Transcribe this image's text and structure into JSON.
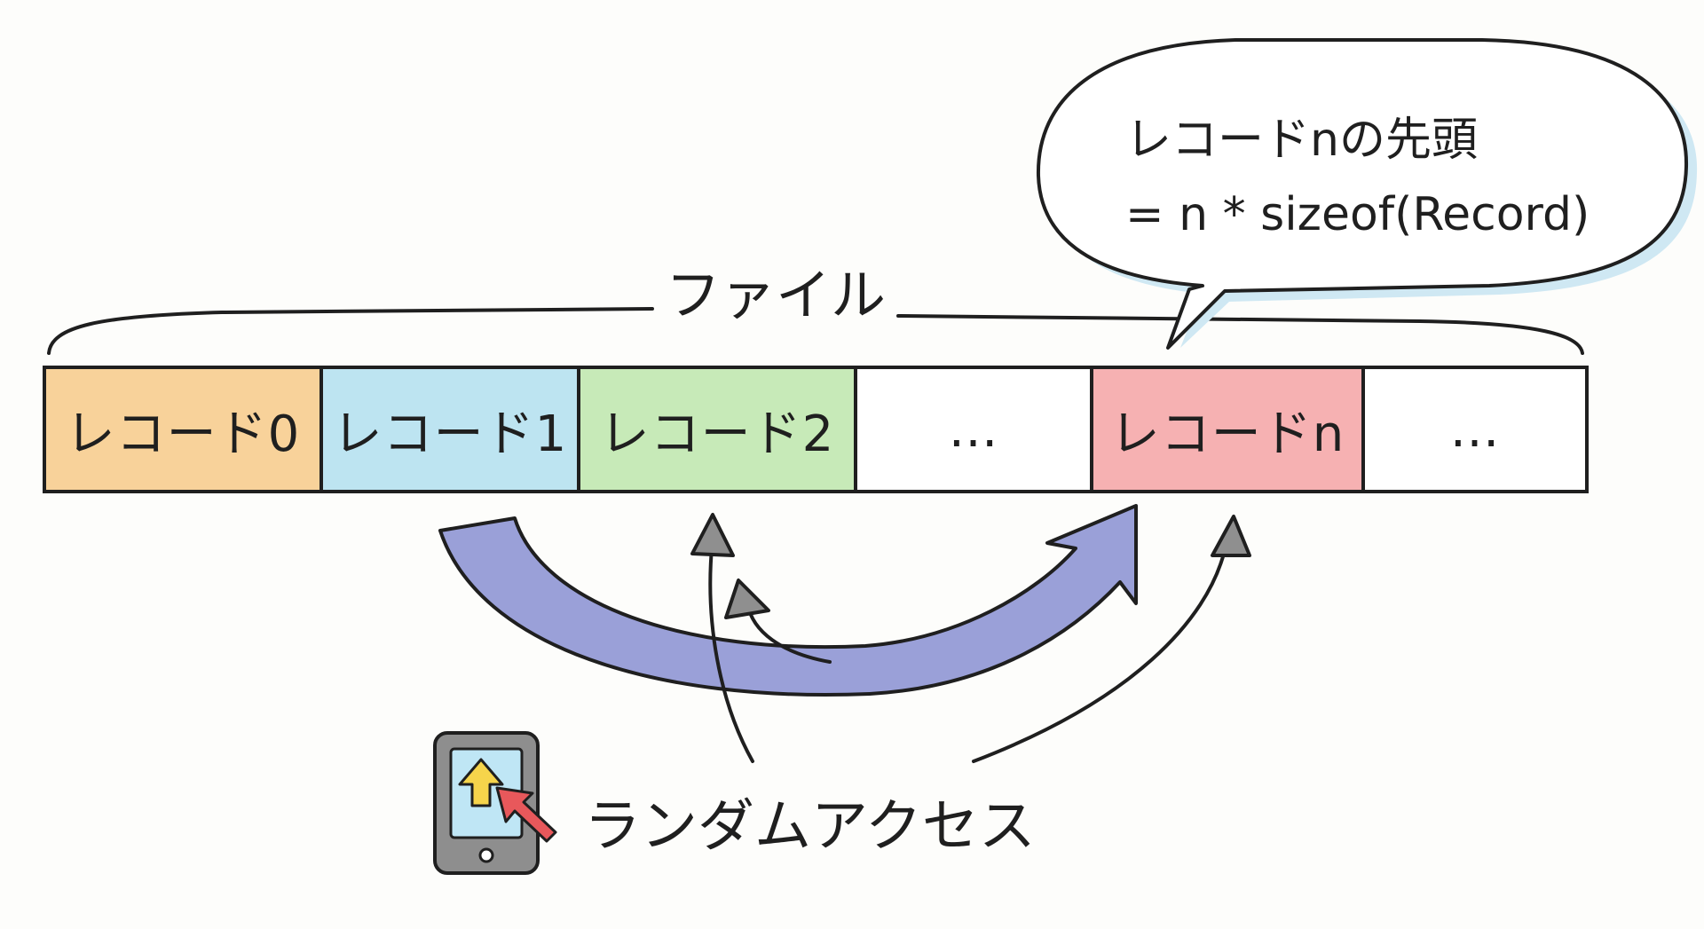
{
  "file_label": "ファイル",
  "records": [
    {
      "label": "レコード0",
      "color": "#f8d29a"
    },
    {
      "label": "レコード1",
      "color": "#bde4f1"
    },
    {
      "label": "レコード2",
      "color": "#c7eab8"
    },
    {
      "label": "…",
      "color": "#ffffff"
    },
    {
      "label": "レコードn",
      "color": "#f6b1b2"
    },
    {
      "label": "…",
      "color": "#ffffff"
    }
  ],
  "bubble": {
    "line1": "レコードnの先頭",
    "line2": "= n * sizeof(Record)"
  },
  "random_access_label": "ランダムアクセス",
  "colors": {
    "stroke": "#1f1f1f",
    "big_arrow": "#9aa0d8",
    "small_arrow": "#8f8f8f",
    "bubble_fill": "#ffffff",
    "bubble_shadow": "#cfe8f3",
    "device_fill": "#8e8e8e",
    "device_screen": "#bfe6f5",
    "up_arrow": "#f6d44b",
    "pointer_arrow": "#e8585b"
  }
}
